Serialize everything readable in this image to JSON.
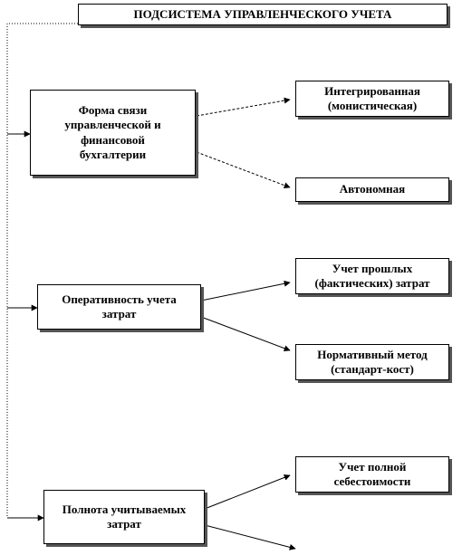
{
  "diagram": {
    "title": "ПОДСИСТЕМА  УПРАВЛЕНЧЕСКОГО  УЧЕТА",
    "categories": [
      {
        "label": "Форма связи\nуправленческой и\nфинансовой\nбухгалтерии",
        "options": [
          "Интегрированная\n(монистическая)",
          "Автономная"
        ]
      },
      {
        "label": "Оперативность учета\nзатрат",
        "options": [
          "Учет прошлых\n(фактических)  затрат",
          "Нормативный метод\n(стандарт-кост)"
        ]
      },
      {
        "label": "Полнота учитываемых\nзатрат",
        "options": [
          "Учет полной\nсебестоимости"
        ]
      }
    ]
  }
}
